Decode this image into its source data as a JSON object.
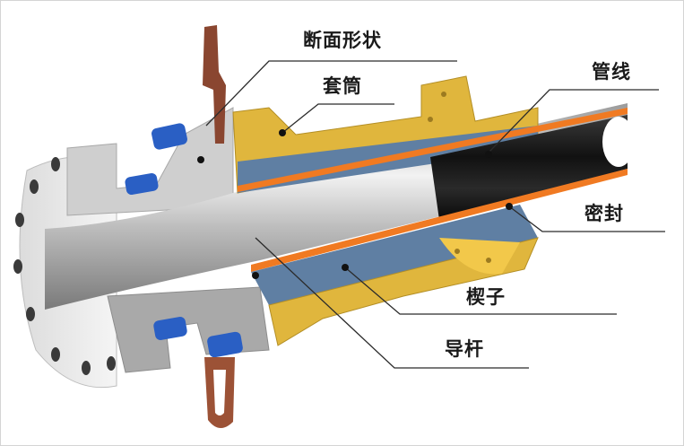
{
  "diagram": {
    "subject": "cross-section of pipe penetration seal assembly",
    "labels": {
      "cross_section": "断面形状",
      "sleeve": "套筒",
      "pipeline": "管线",
      "seal": "密封",
      "wedge": "楔子",
      "guide_rod": "导杆"
    },
    "colors": {
      "steel": "#c9c9c9",
      "steel_dark": "#8f8f8f",
      "sleeve_yellow": "#e0b63d",
      "wedge_blue": "#5f7fa3",
      "seal_orange": "#f07a22",
      "pipe_black": "#1c1c1c",
      "bolt_blue": "#2a5fc4",
      "handle_brown": "#8a4630",
      "leader_line": "#2b2b2b",
      "border": "#d4d4d4"
    }
  }
}
